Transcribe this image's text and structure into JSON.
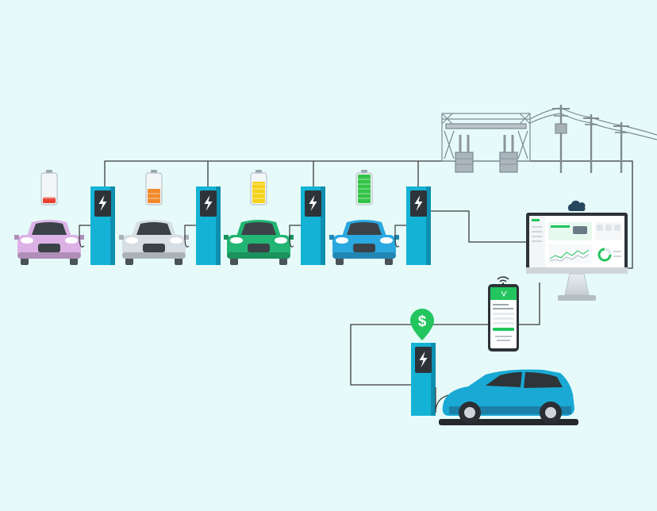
{
  "colors": {
    "background": "#e6fbf9",
    "station": "#14b3d6",
    "station_dark": "#0f8fb0",
    "wire": "#3b3b3b",
    "accent_green": "#22c55e",
    "battery_red": "#e8402f",
    "battery_orange": "#f08a2b",
    "battery_yellow": "#f4d21a",
    "battery_green": "#33c447"
  },
  "cars": [
    {
      "color": "#dcb2e6",
      "battery_level": 0.2,
      "battery_color": "#e8402f"
    },
    {
      "color": "#d6dee3",
      "battery_level": 0.5,
      "battery_color": "#f08a2b"
    },
    {
      "color": "#22b574",
      "battery_level": 0.75,
      "battery_color": "#f4d21a"
    },
    {
      "color": "#2aa8e0",
      "battery_level": 1.0,
      "battery_color": "#33c447"
    }
  ],
  "icons": {
    "charger": "lightning-bolt-icon",
    "cloud": "cloud-icon",
    "wifi": "wifi-icon",
    "payment": "dollar-pin-icon",
    "grid": "transmission-tower-icon"
  },
  "payment_symbol": "$"
}
